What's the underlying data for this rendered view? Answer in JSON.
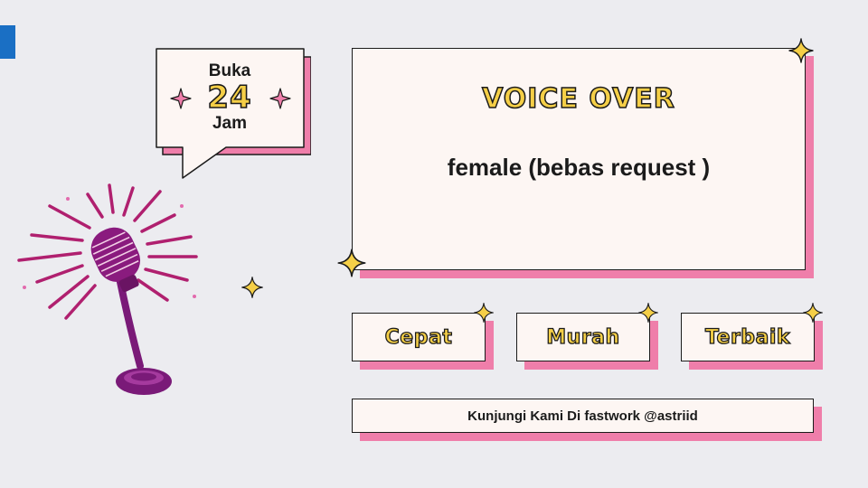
{
  "bubble": {
    "top": "Buka",
    "number": "24",
    "bottom": "Jam"
  },
  "main": {
    "title": "VOICE OVER",
    "subtitle": "female (bebas request )"
  },
  "tags": [
    {
      "label": "Cepat"
    },
    {
      "label": "Murah"
    },
    {
      "label": "Terbaik"
    }
  ],
  "footer": {
    "text": "Kunjungi Kami Di fastwork @astriid"
  },
  "colors": {
    "background": "#ececf0",
    "card": "#fdf6f3",
    "shadow_pink": "#ef7eaa",
    "accent_yellow": "#f5cf47",
    "mic_purple": "#8a1b7e",
    "tab_blue": "#1a6fc4"
  },
  "icons": [
    "microphone-icon",
    "sparkle-star-icon",
    "four-point-star-icon"
  ]
}
